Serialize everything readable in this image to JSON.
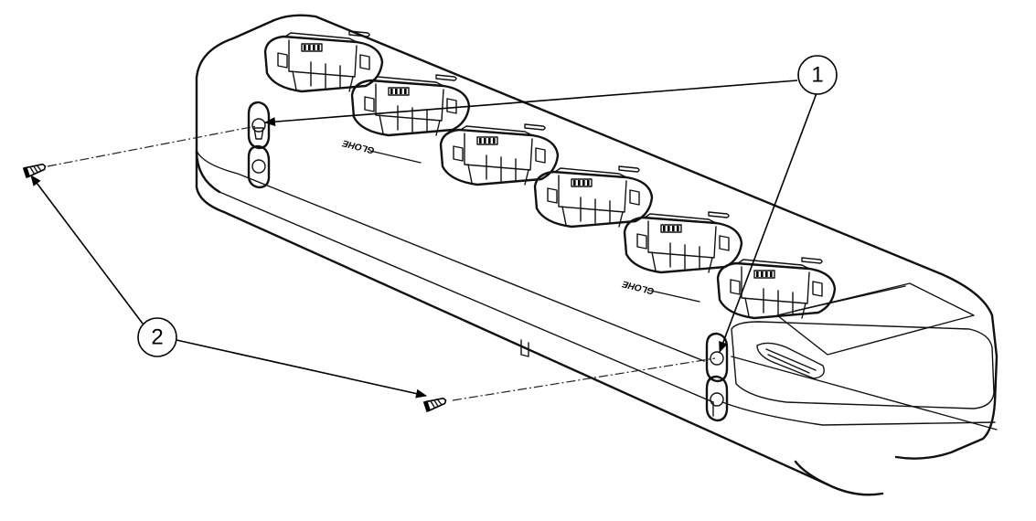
{
  "callouts": [
    {
      "label": "1"
    },
    {
      "label": "2"
    }
  ],
  "logos": [
    {
      "text": "GLOHE"
    },
    {
      "text": "GLOHE"
    }
  ]
}
